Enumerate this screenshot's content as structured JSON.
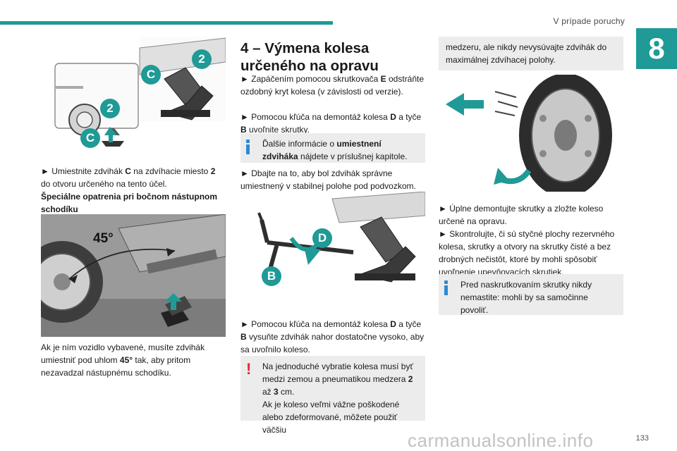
{
  "header": {
    "title": "V prípade poruchy",
    "chapter": "8"
  },
  "col1": {
    "fig1": {
      "callouts": [
        "2",
        "C",
        "2",
        "C"
      ]
    },
    "step1": {
      "bullet": "►",
      "a": "Umiestnite zdvihák ",
      "b": "C",
      "c": " na zdvíhacie miesto ",
      "d": "2",
      "e": " do otvoru určeného na tento účel."
    },
    "subheading": "Špeciálne opatrenia pri bočnom nástupnom schodíku",
    "fig2": {
      "angle": "45°"
    },
    "para": {
      "a": "Ak je ním vozidlo vybavené, musíte zdvihák umiestniť pod uhlom ",
      "b": "45°",
      "c": " tak, aby pritom nezavadzal nástupnému schodíku."
    }
  },
  "col2": {
    "title_line1": "4 – Výmena kolesa",
    "title_line2": "určeného na opravu",
    "step1": {
      "a": "Zapáčením pomocou skrutkovača ",
      "b": "E",
      "c": " odstráňte ozdobný kryt kolesa (v závislosti od verzie)."
    },
    "step2": {
      "a": "Pomocou kľúča na demontáž kolesa ",
      "b": "D",
      "c": " a tyče ",
      "d": "B",
      "e": " uvoľnite skrutky."
    },
    "note1": {
      "a": "Ďalšie informácie o ",
      "b": "umiestnení zdviháka",
      "c": " nájdete v príslušnej kapitole."
    },
    "step3": "Dbajte na to, aby bol zdvihák správne umiestnený v stabilnej polohe pod podvozkom.",
    "fig3": {
      "callouts": [
        "D",
        "B"
      ]
    },
    "step4": {
      "a": "Pomocou kľúča na demontáž kolesa ",
      "b": "D",
      "c": " a tyče ",
      "d": "B",
      "e": " vysuňte zdvihák nahor dostatočne vysoko, aby sa uvoľnilo koleso."
    },
    "warn": {
      "a": "Na jednoduché vybratie kolesa musí byť medzi zemou a pneumatikou medzera ",
      "b": "2",
      "c": " až ",
      "d": "3",
      "e": " cm.",
      "f": "Ak je koleso veľmi vážne poškodené alebo zdeformované, môžete použiť väčšiu"
    }
  },
  "col3": {
    "warn_cont": "medzeru, ale nikdy nevysúvajte zdvihák do maximálnej zdvíhacej polohy.",
    "step1": "Úplne demontujte skrutky a zložte koleso určené na opravu.",
    "step2": "Skontrolujte, či sú styčné plochy rezervného kolesa, skrutky a otvory na skrutky čisté a bez drobných nečistôt, ktoré by mohli spôsobiť uvoľnenie upevňovacích skrutiek.",
    "note2": "Pred naskrutkovaním skrutky nikdy nemastite: mohli by sa samočinne povoliť."
  },
  "footer": {
    "page": "133",
    "watermark": "carmanualsonline.info"
  },
  "colors": {
    "accent": "#1f9a96",
    "info": "#2b8ad6",
    "warning": "#e32533",
    "note_bg": "#ececec"
  }
}
